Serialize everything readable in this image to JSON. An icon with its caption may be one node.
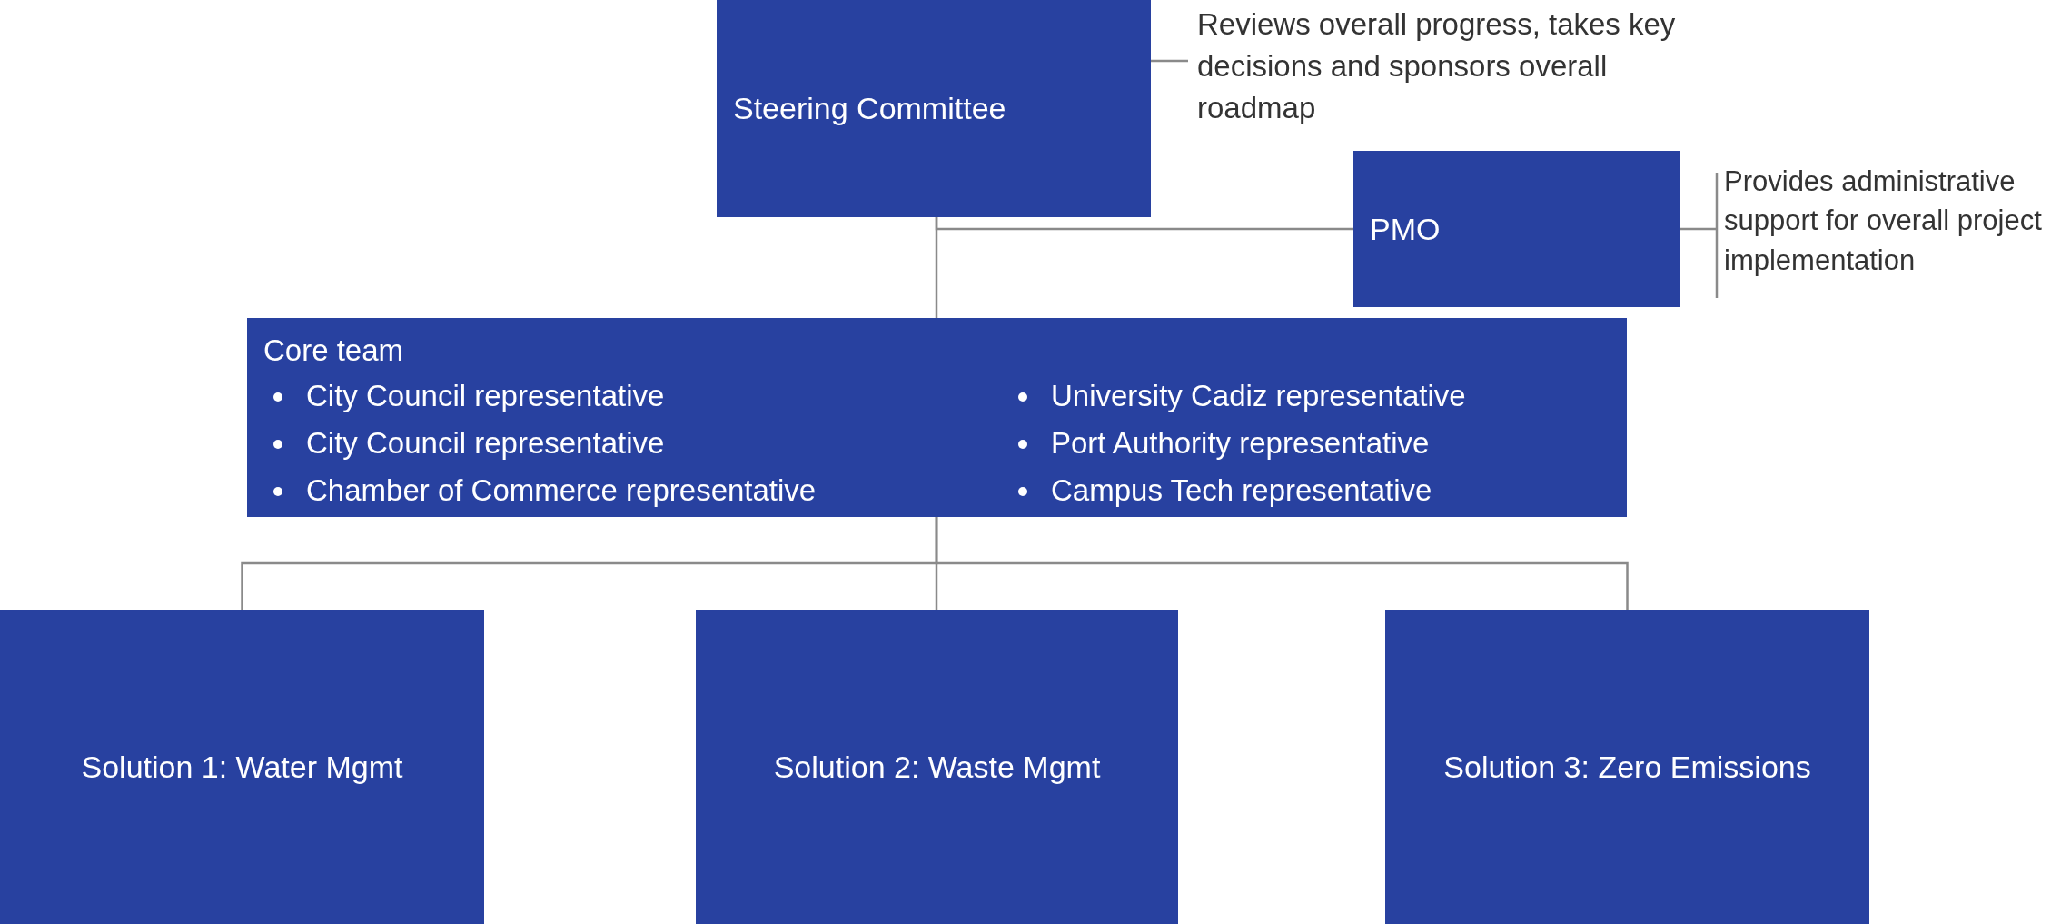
{
  "diagram": {
    "nodes": [
      {
        "text": [
          "Steering Committee"
        ]
      },
      {
        "text": [
          "Reviews overall progress, takes key decisions and sponsors overall roadmap"
        ]
      },
      {
        "text": [
          "PMO"
        ]
      },
      {
        "text": [
          "Provides administrative support for overall project implementation"
        ]
      },
      {
        "text": [
          "Core team",
          "City Council representative",
          "City Council representative",
          "Chamber of Commerce representative",
          "University Cadiz representative",
          "Port Authority representative",
          "Campus Tech representative"
        ]
      },
      {
        "text": [
          "Solution 1: Water Mgmt"
        ]
      },
      {
        "text": [
          "Solution 2: Waste Mgmt"
        ]
      },
      {
        "text": [
          "Solution 3: Zero Emissions"
        ]
      }
    ],
    "edges": [
      {
        "from": 0,
        "to": 4,
        "arrow": "none"
      },
      {
        "from": 0,
        "to": 2,
        "arrow": "none"
      },
      {
        "from": 4,
        "to": 5,
        "arrow": "none"
      },
      {
        "from": 4,
        "to": 6,
        "arrow": "none"
      },
      {
        "from": 4,
        "to": 7,
        "arrow": "none"
      },
      {
        "from": 1,
        "to": 0,
        "arrow": "none"
      },
      {
        "from": 3,
        "to": 2,
        "arrow": "none"
      }
    ]
  }
}
